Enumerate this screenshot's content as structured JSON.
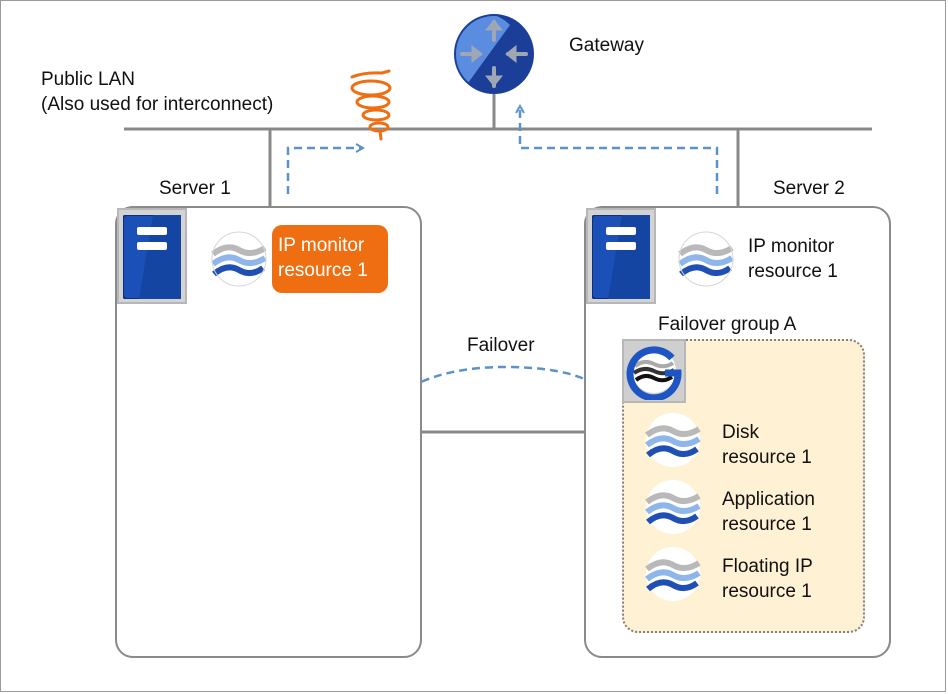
{
  "gateway": {
    "label": "Gateway",
    "icon": "router-icon"
  },
  "network": {
    "name": "Public LAN",
    "note": "(Also used for interconnect)",
    "fault_icon": "network-failure-icon"
  },
  "server1": {
    "label": "Server 1",
    "ip_monitor": {
      "line1": "IP monitor",
      "line2": "resource 1",
      "status_color": "#f06e12"
    }
  },
  "server2": {
    "label": "Server 2",
    "ip_monitor": {
      "line1": "IP monitor",
      "line2": "resource 1"
    },
    "group": {
      "label": "Failover group A",
      "resources": [
        {
          "line1": "Disk",
          "line2": "resource 1"
        },
        {
          "line1": "Application",
          "line2": "resource 1"
        },
        {
          "line1": "Floating IP",
          "line2": "resource 1"
        }
      ]
    }
  },
  "failover": {
    "label": "Failover"
  },
  "colors": {
    "line": "#888888",
    "arrow": "#5b93c9",
    "server_blue": "#1b50b8",
    "group_bg": "#fff1d3",
    "alert": "#f06e12"
  }
}
